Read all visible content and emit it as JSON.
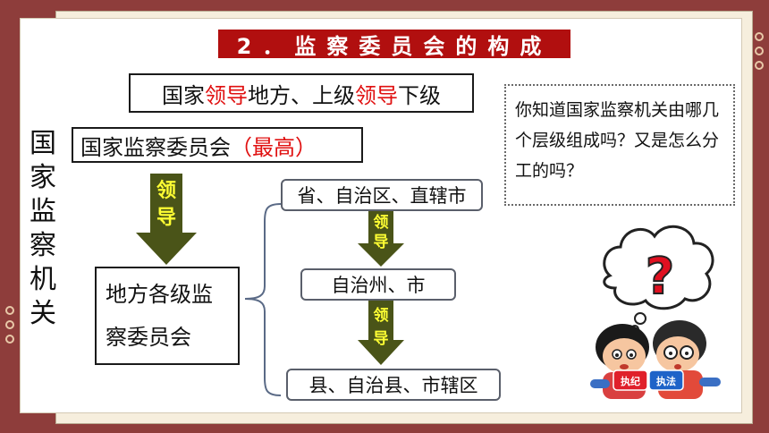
{
  "title": "2．监察委员会的构成",
  "top_relation": {
    "parts": [
      {
        "text": "国家",
        "highlight": false
      },
      {
        "text": "领导",
        "highlight": true
      },
      {
        "text": "地方、上级",
        "highlight": false
      },
      {
        "text": "领导",
        "highlight": true
      },
      {
        "text": "下级",
        "highlight": false
      }
    ]
  },
  "national_commission": {
    "name": "国家监察委员会",
    "note": "（最高）"
  },
  "side_label": [
    "国",
    "家",
    "监",
    "察",
    "机",
    "关"
  ],
  "local_commission": {
    "line1": "地方各级监",
    "line2": "察委员会"
  },
  "lead_label": [
    "领",
    "导"
  ],
  "levels": [
    "省、自治区、直辖市",
    "自治州、市",
    "县、自治县、市辖区"
  ],
  "question": "你知道国家监察机关由哪几个层级组成吗？又是怎么分工的吗？",
  "cartoon": {
    "puzzle_left": "执纪",
    "puzzle_right": "执法",
    "symbol": "?"
  },
  "colors": {
    "background": "#8e3d3b",
    "title_bar": "#b10f0f",
    "highlight": "#e01010",
    "arrow": "#4a5418",
    "arrow_text": "#ffff33"
  }
}
